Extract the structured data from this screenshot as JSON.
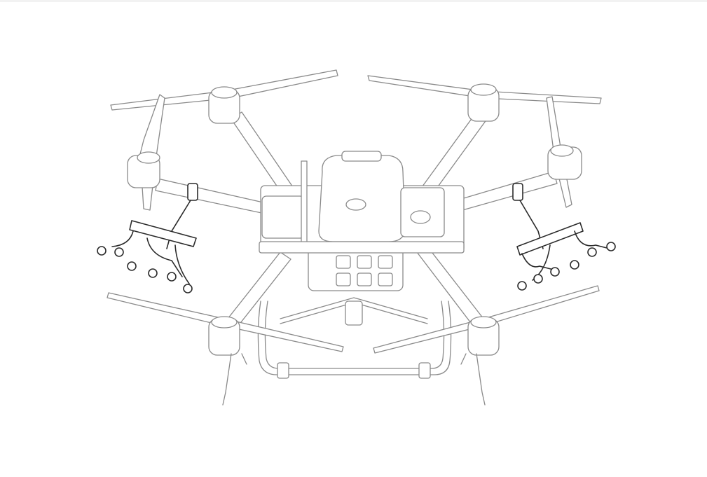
{
  "illustration": {
    "subject_icon": "agricultural-spray-drone-line-drawing",
    "colors": {
      "background": "#ffffff",
      "drone_outline": "#8a8a8a",
      "highlighted_part": "#2b2b2b"
    },
    "highlighted_parts": [
      "left-spray-nozzle-assembly",
      "right-spray-nozzle-assembly"
    ]
  }
}
